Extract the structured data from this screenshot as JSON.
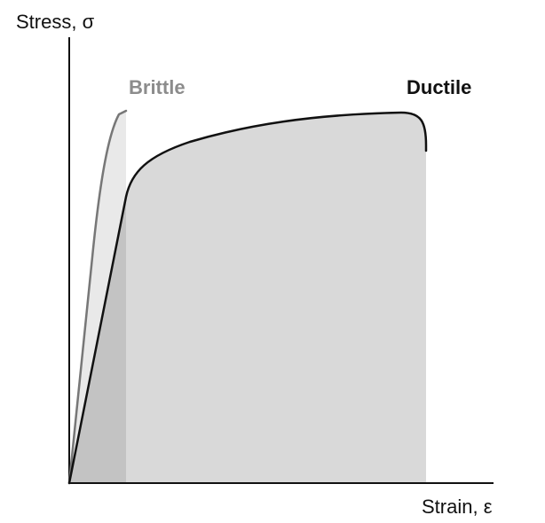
{
  "diagram": {
    "y_axis_label": "Stress, σ",
    "x_axis_label": "Strain, ε",
    "brittle_label": "Brittle",
    "ductile_label": "Ductile"
  },
  "colors": {
    "axis": "#111111",
    "brittle_curve": "#777777",
    "brittle_label": "#8c8c8c",
    "brittle_fill": "#e9e9e9",
    "ductile_curve": "#111111",
    "ductile_label": "#111111",
    "ductile_fill": "#d9d9d9",
    "overlap_fill": "#c3c3c3"
  }
}
